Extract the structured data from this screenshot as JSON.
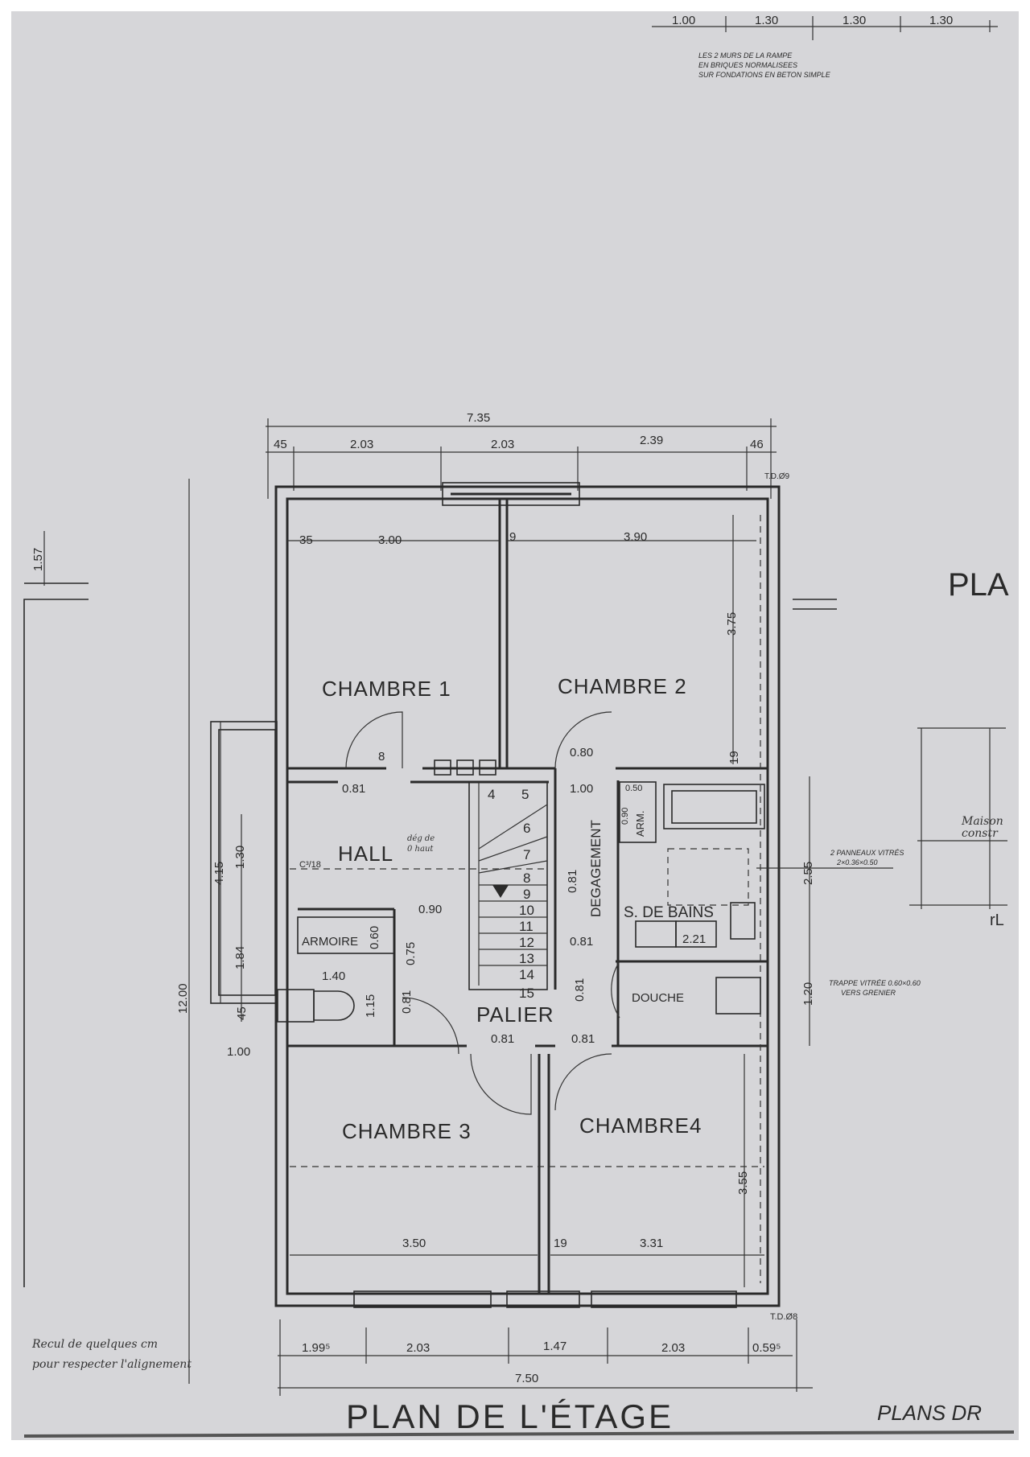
{
  "title": "PLAN DE L'ÉTAGE",
  "side_title": "PLANS DR",
  "side_partial_label": "PLA",
  "top_note": [
    "LES 2 MURS DE LA RAMPE",
    "EN BRIQUES NORMALISEES",
    "SUR FONDATIONS EN BETON SIMPLE"
  ],
  "top_dims": [
    "1.00",
    "1.30",
    "1.30",
    "1.30"
  ],
  "neighbor_note": [
    "Maison",
    "constr",
    "rL"
  ],
  "rooms": {
    "chambre1": "CHAMBRE 1",
    "chambre2": "CHAMBRE 2",
    "chambre3": "CHAMBRE 3",
    "chambre4": "CHAMBRE4",
    "hall": "HALL",
    "armoire": "ARMOIRE",
    "palier": "PALIER",
    "degagement": "DEGAGEMENT",
    "bains": "S. DE BAINS",
    "douche": "DOUCHE",
    "arm": "ARM."
  },
  "dims": {
    "total_top": "7.35",
    "top_segments": [
      "45",
      "2.03",
      "2.03",
      "2.39",
      "46"
    ],
    "ch1_width": "3.00",
    "ch1_wall": "35",
    "ch2_width": "3.90",
    "mid_wall": "9",
    "ch2_depth": "3.75",
    "total_bottom": "7.50",
    "bottom_segments": [
      "1.99⁵",
      "2.03",
      "1.47",
      "2.03",
      "0.59⁵"
    ],
    "ch3_width": "3.50",
    "ch4_width": "3.31",
    "ch4_wall": "19",
    "ch4_depth": "3.55",
    "total_depth": "12.00",
    "balcony": "4.15",
    "hall_window": "1.30",
    "armoire_h": "1.84",
    "wall_45": "45",
    "left_1_00": "1.00",
    "neighbor_1_57": "1.57",
    "door_ch1": "0.81",
    "door_8": "8",
    "door_ch2": "0.80",
    "deg_width": "1.00",
    "arm_w": "0.50",
    "arm_h": "0.90",
    "deg_door": "0.81",
    "deg_door2": "0.81",
    "bath_221": "2.21",
    "bath_255": "2.55",
    "douche_120": "1.20",
    "douche_door": "0.81",
    "palier_door1": "0.81",
    "palier_door2": "0.81",
    "wc_140": "1.40",
    "wc_115": "1.15",
    "wc_081": "0.81",
    "arm_060": "0.60",
    "arm_075": "0.75",
    "hall_090": "0.90",
    "wall_19": "19",
    "cd_label": "C³/18",
    "tdp_top": "T.D.Ø9",
    "tdp_bottom": "T.D.Ø8"
  },
  "stair_steps": [
    "4",
    "5",
    "6",
    "7",
    "8",
    "9",
    "10",
    "11",
    "12",
    "13",
    "14",
    "15"
  ],
  "annotations": {
    "bath_panels": [
      "2 PANNEAUX VITRÉS",
      "2×0.36×0.50"
    ],
    "trappe": [
      "TRAPPE VITRÉE 0.60×0.60",
      "VERS GRENIER"
    ],
    "recul": [
      "Recul de quelques cm",
      "pour respecter l'alignement"
    ],
    "hall_hand": [
      "dég de",
      "0 haut"
    ]
  }
}
